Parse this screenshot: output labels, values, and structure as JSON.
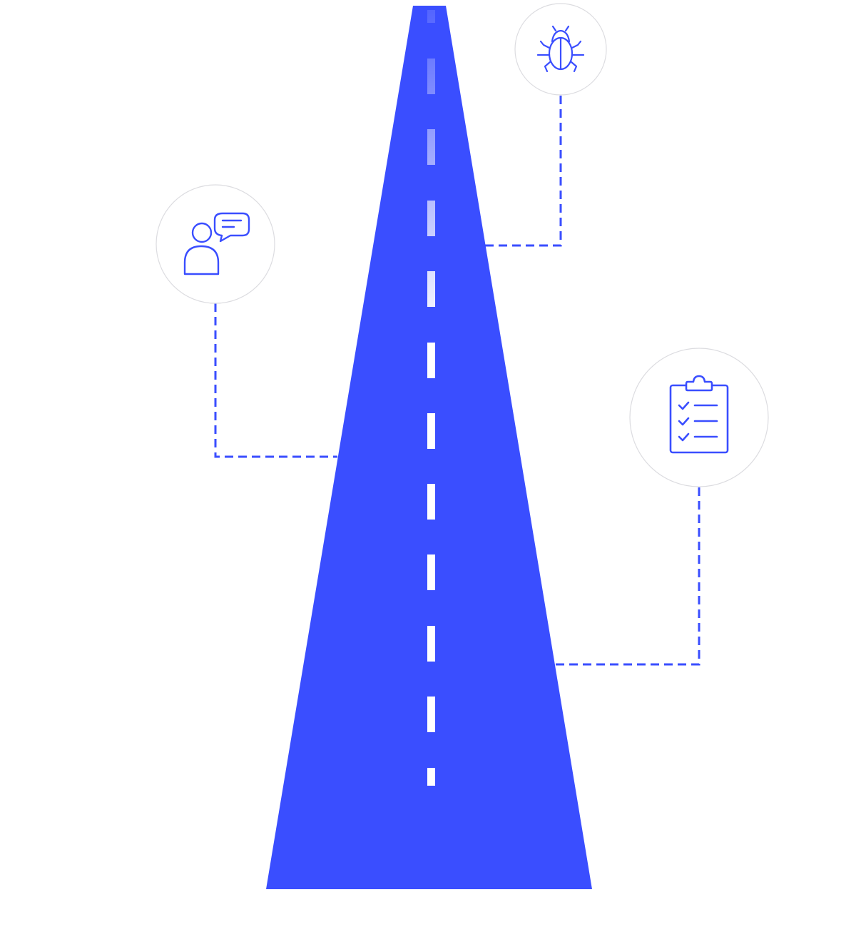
{
  "colors": {
    "road": "#3a4eff",
    "dash": "#ffffff",
    "connector": "#3a4eff",
    "icon_stroke": "#3a4eff",
    "circle_border": "#dcdce0",
    "circle_fill": "#ffffff",
    "background": "#ffffff"
  },
  "milestones": [
    {
      "id": "bug",
      "icon": "bug-icon",
      "side": "right"
    },
    {
      "id": "feedback",
      "icon": "person-chat-icon",
      "side": "left"
    },
    {
      "id": "checklist",
      "icon": "clipboard-checklist-icon",
      "side": "right"
    }
  ]
}
